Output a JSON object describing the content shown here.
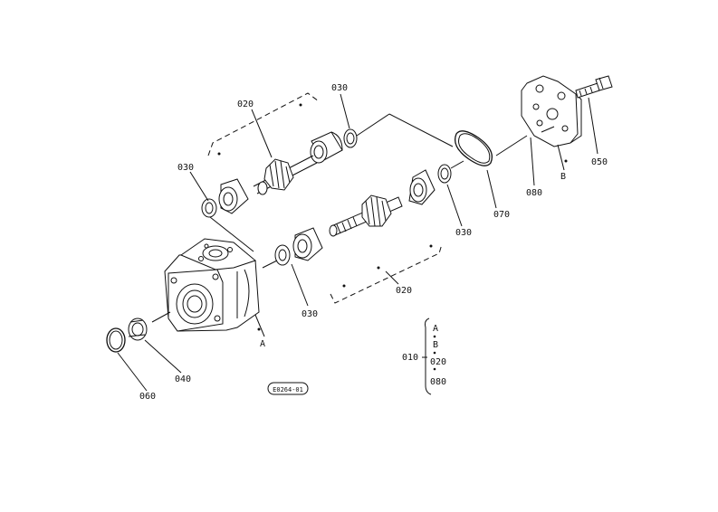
{
  "diagram": {
    "callouts": {
      "c020_top": "020",
      "c030_top": "030",
      "c030_left": "030",
      "c070": "070",
      "c030_right": "030",
      "c080": "080",
      "c_b": "B",
      "c050": "050",
      "c_a": "A",
      "c030_mid": "030",
      "c020_bottom": "020",
      "c040": "040",
      "c060": "060"
    },
    "legend": {
      "parent": "010",
      "items": [
        "A",
        "B",
        "020",
        "080"
      ]
    },
    "figure_code": "E0264-01"
  }
}
